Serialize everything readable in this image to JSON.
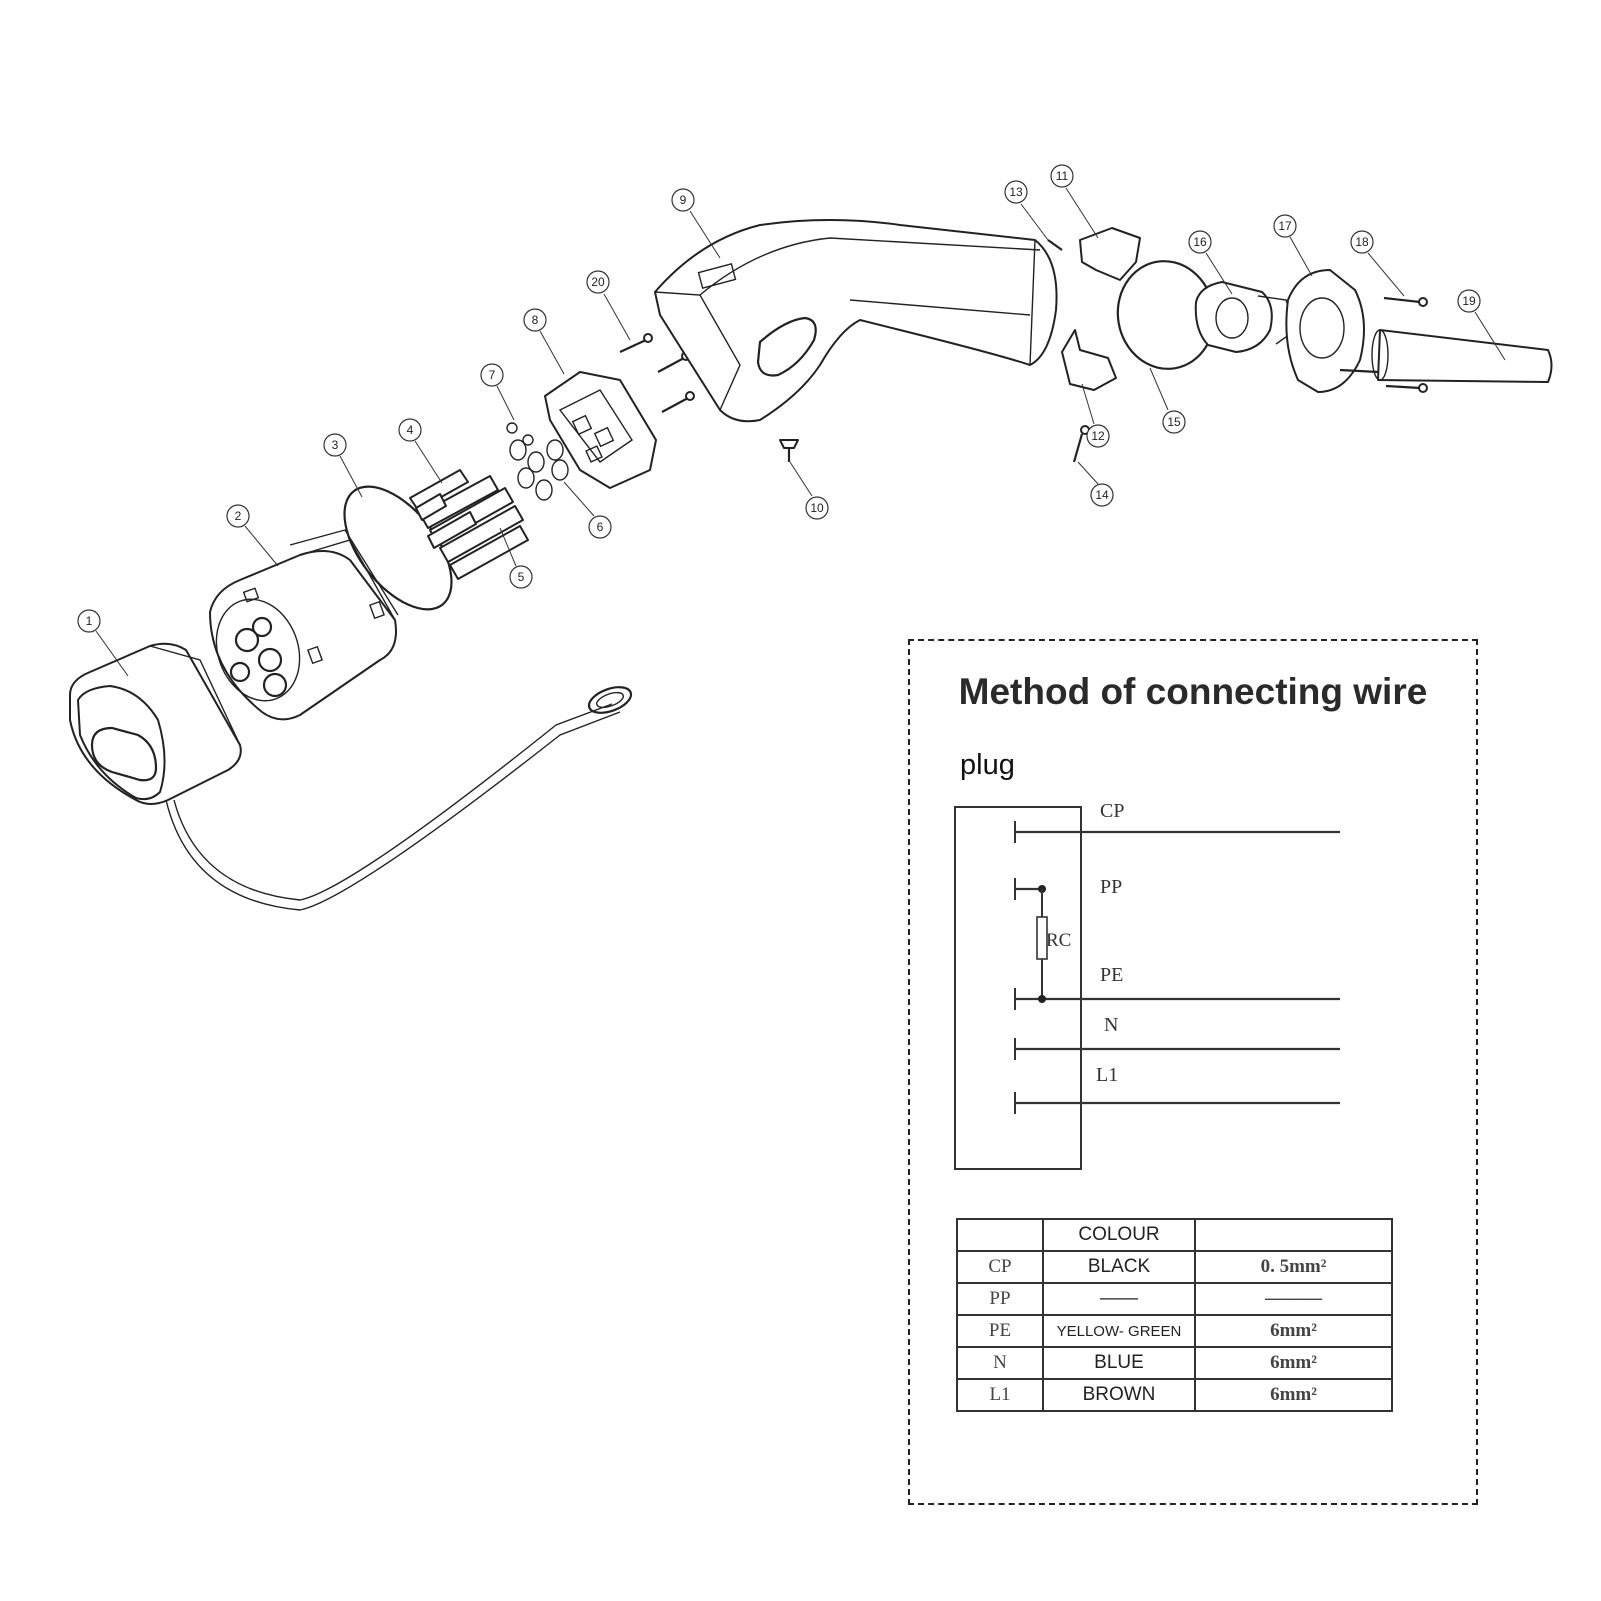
{
  "exploded_view": {
    "callouts": [
      "1",
      "2",
      "3",
      "4",
      "5",
      "6",
      "7",
      "8",
      "9",
      "10",
      "11",
      "12",
      "13",
      "14",
      "15",
      "16",
      "17",
      "18",
      "19",
      "20"
    ]
  },
  "wiring": {
    "title": "Method of connecting wire",
    "plug_label": "plug",
    "signals": [
      "CP",
      "PP",
      "PE",
      "N",
      "L1"
    ],
    "resistor_label": "RC",
    "table": {
      "header": [
        "",
        "COLOUR",
        ""
      ],
      "rows": [
        {
          "signal": "CP",
          "colour": "BLACK",
          "section": "0. 5mm²"
        },
        {
          "signal": "PP",
          "colour": "——",
          "section": "———"
        },
        {
          "signal": "PE",
          "colour": "YELLOW- GREEN",
          "section": "6mm²"
        },
        {
          "signal": "N",
          "colour": "BLUE",
          "section": "6mm²"
        },
        {
          "signal": "L1",
          "colour": "BROWN",
          "section": "6mm²"
        }
      ]
    }
  }
}
